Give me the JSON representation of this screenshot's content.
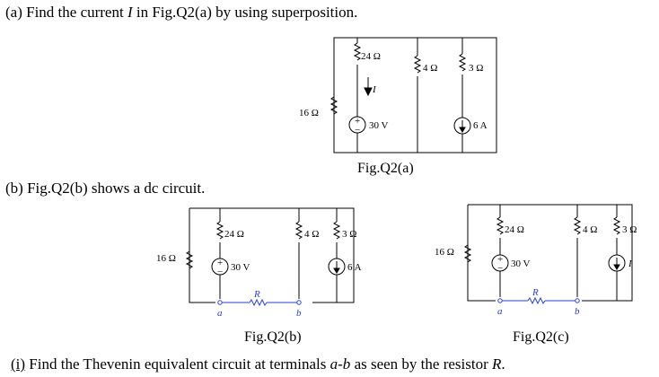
{
  "questions": {
    "a": "(a) Find the current I in Fig.Q2(a) by using superposition.",
    "b": "(b) Fig.Q2(b) shows a dc circuit.",
    "b_i": "(i) Find the Thevenin equivalent circuit at terminals a-b as seen by the resistor R."
  },
  "figures": {
    "a": {
      "caption": "Fig.Q2(a)",
      "r_left": "16 Ω",
      "r1": "24 Ω",
      "r2": "4 Ω",
      "r3": "3 Ω",
      "vsrc": "30 V",
      "isrc": "6 A",
      "current": "I"
    },
    "b": {
      "caption": "Fig.Q2(b)",
      "r_left": "16 Ω",
      "r1": "24 Ω",
      "r2": "4 Ω",
      "r3": "3 Ω",
      "vsrc": "30 V",
      "isrc": "6 A",
      "res": "R",
      "term_a": "a",
      "term_b": "b"
    },
    "c": {
      "caption": "Fig.Q2(c)",
      "r_left": "16 Ω",
      "r1": "24 Ω",
      "r2": "4 Ω",
      "r3": "3 Ω",
      "vsrc": "30 V",
      "isrc": "I",
      "res": "R",
      "term_a": "a",
      "term_b": "b"
    }
  },
  "colors": {
    "wire": "#000000",
    "accent": "#2a3fd6"
  }
}
